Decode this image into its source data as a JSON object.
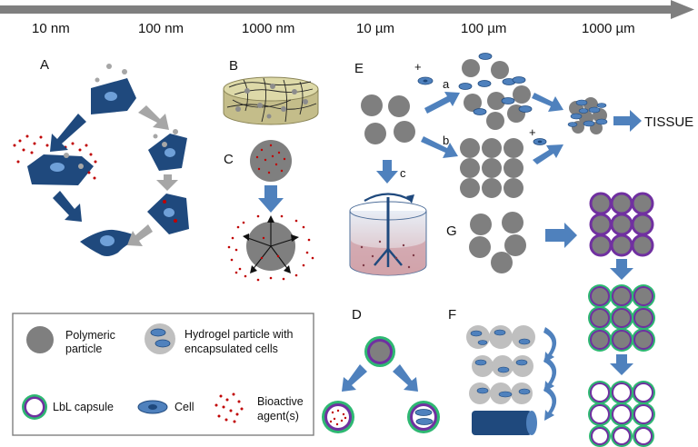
{
  "scale_labels": [
    "10 nm",
    "100 nm",
    "1000 nm",
    "10 µm",
    "100 µm",
    "1000 µm"
  ],
  "panels": {
    "a": "A",
    "b": "B",
    "c": "C",
    "d": "D",
    "e": "E",
    "f": "F",
    "g": "G"
  },
  "routes": {
    "a": "a",
    "b": "b",
    "c": "c",
    "plus": "+"
  },
  "tissue_label": "TISSUE",
  "legend": {
    "polymeric": [
      "Polymeric",
      "particle"
    ],
    "hydrogel": [
      "Hydrogel particle with",
      "encapsulated cells"
    ],
    "lbl": "LbL capsule",
    "cell": "Cell",
    "bioactive": [
      "Bioactive",
      "agent(s)"
    ]
  },
  "colors": {
    "arrow_blue": "#4f81bd",
    "cell_dark": "#1f497d",
    "cell_nucleus": "#6fa0d8",
    "particle_grey": "#7f7f7f",
    "hydrogel_grey": "#bfbfbf",
    "capsule_purple": "#7030a0",
    "capsule_green": "#2eb872",
    "bioactive_red": "#c00000",
    "scaffold_tan": "#ddd9a8"
  }
}
